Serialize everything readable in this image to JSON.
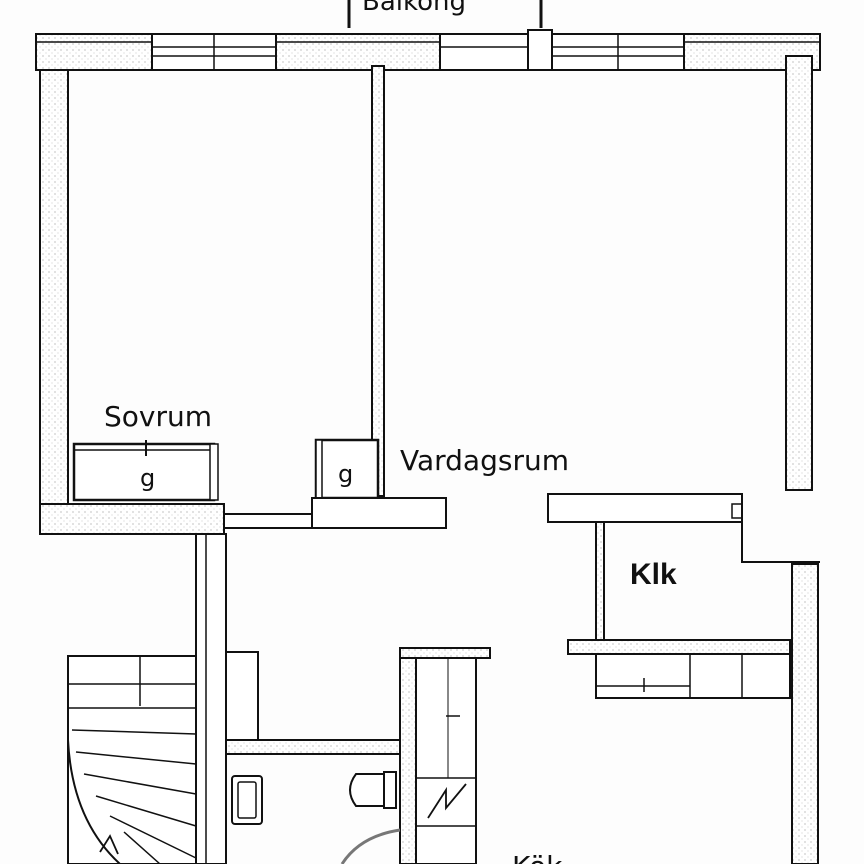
{
  "rooms": {
    "balcony": "Balkong",
    "bedroom": "Sovrum",
    "living_room": "Vardagsrum",
    "walk_in_closet": "Klk",
    "kitchen": "Kök"
  },
  "closets": {
    "bedroom_wardrobe": "g",
    "living_wardrobe": "g"
  }
}
